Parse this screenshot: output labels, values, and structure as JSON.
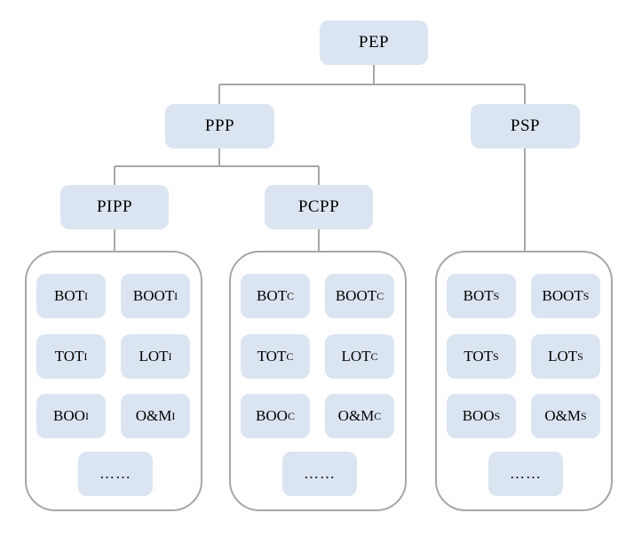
{
  "colors": {
    "node_fill": "#dbe5f1",
    "connector_line": "#a6a6a6",
    "container_border": "#a6a6a6",
    "text": "#000000",
    "background": "#ffffff"
  },
  "tree": {
    "root": {
      "label": "PEP"
    },
    "level2": [
      {
        "label": "PPP"
      },
      {
        "label": "PSP"
      }
    ],
    "level3": [
      {
        "label": "PIPP"
      },
      {
        "label": "PCPP"
      }
    ],
    "groups": [
      {
        "items": [
          {
            "main": "BOT",
            "sub": "I"
          },
          {
            "main": "BOOT",
            "sub": "I"
          },
          {
            "main": "TOT",
            "sub": "I"
          },
          {
            "main": "LOT",
            "sub": "I"
          },
          {
            "main": "BOO",
            "sub": "I"
          },
          {
            "main": "O&M",
            "sub": "I"
          },
          {
            "main": "……",
            "sub": ""
          }
        ]
      },
      {
        "items": [
          {
            "main": "BOT",
            "sub": "C"
          },
          {
            "main": "BOOT",
            "sub": "C"
          },
          {
            "main": "TOT",
            "sub": "C"
          },
          {
            "main": "LOT",
            "sub": "C"
          },
          {
            "main": "BOO",
            "sub": "C"
          },
          {
            "main": "O&M",
            "sub": "C"
          },
          {
            "main": "……",
            "sub": ""
          }
        ]
      },
      {
        "items": [
          {
            "main": "BOT",
            "sub": "S"
          },
          {
            "main": "BOOT",
            "sub": "S"
          },
          {
            "main": "TOT",
            "sub": "S"
          },
          {
            "main": "LOT",
            "sub": "S"
          },
          {
            "main": "BOO",
            "sub": "S"
          },
          {
            "main": "O&M",
            "sub": "S"
          },
          {
            "main": "……",
            "sub": ""
          }
        ]
      }
    ]
  }
}
